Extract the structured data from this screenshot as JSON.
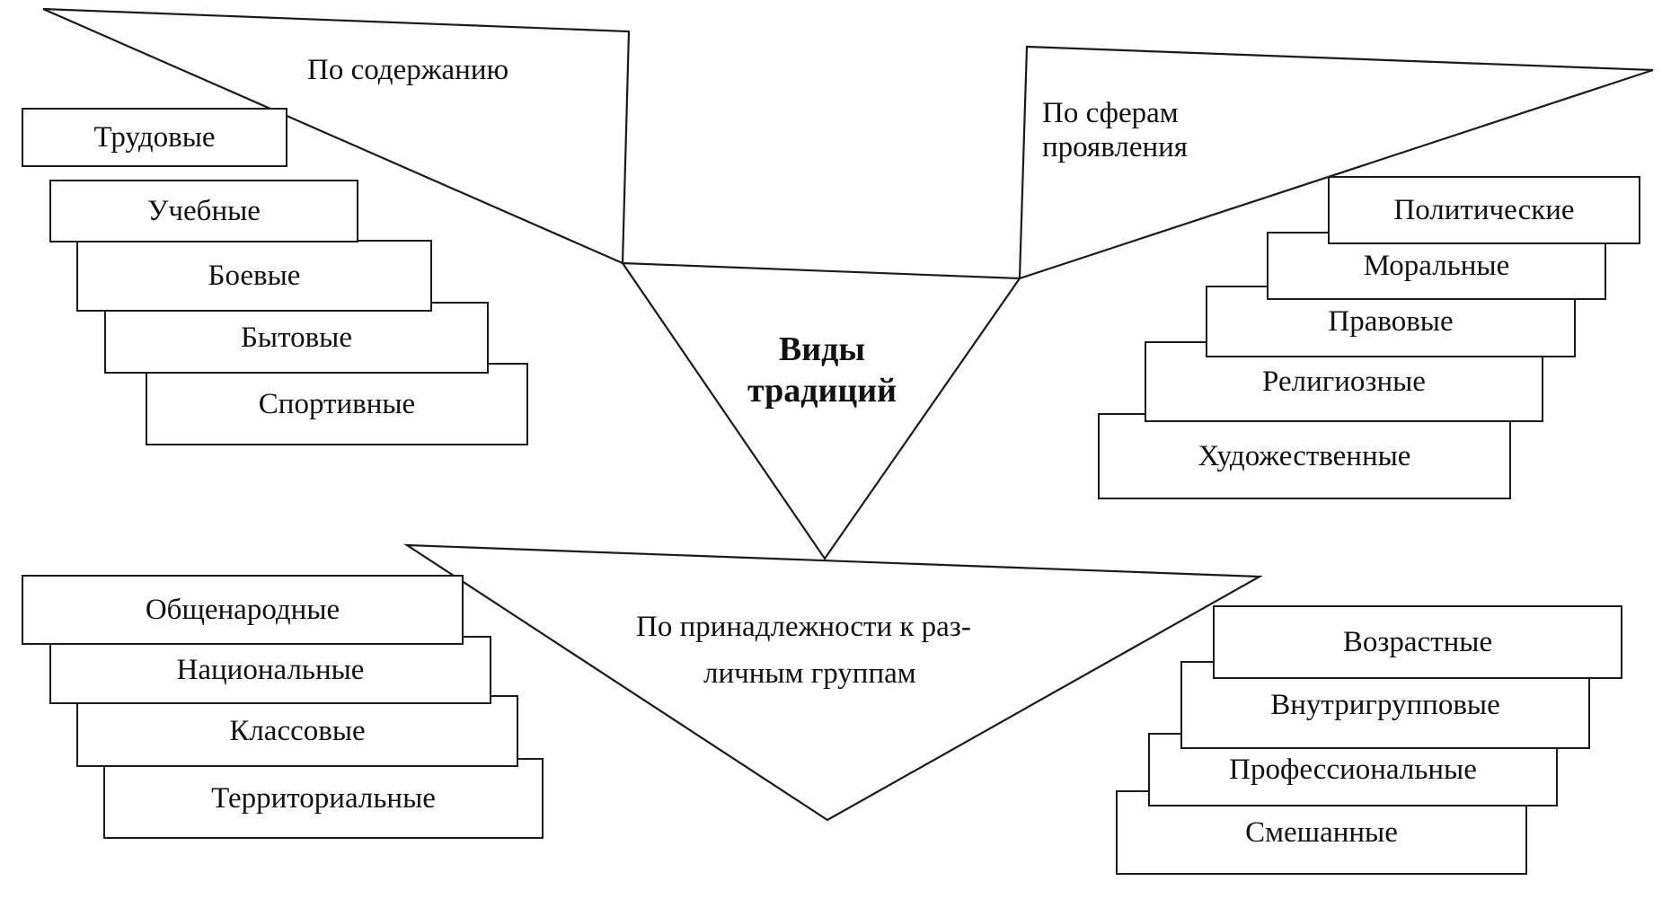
{
  "diagram": {
    "center": {
      "line1": "Виды",
      "line2": "традиций"
    },
    "branches": {
      "content": {
        "title": "По содержанию",
        "items": [
          "Трудовые",
          "Учебные",
          "Боевые",
          "Бытовые",
          "Спортивные"
        ]
      },
      "spheres": {
        "title_line1": "По сферам",
        "title_line2": "проявления",
        "items": [
          "Политические",
          "Моральные",
          "Правовые",
          "Религиозные",
          "Художественные"
        ]
      },
      "groups": {
        "title_line1": "По принадлежности к раз-",
        "title_line2": "личным группам",
        "items_left": [
          "Общенародные",
          "Национальные",
          "Классовые",
          "Территориальные"
        ],
        "items_right": [
          "Возрастные",
          "Внутригрупповые",
          "Профессиональные",
          "Смешанные"
        ]
      }
    },
    "colors": {
      "stroke": "#1a1a1a",
      "fill": "#ffffff",
      "text": "#111111"
    }
  }
}
